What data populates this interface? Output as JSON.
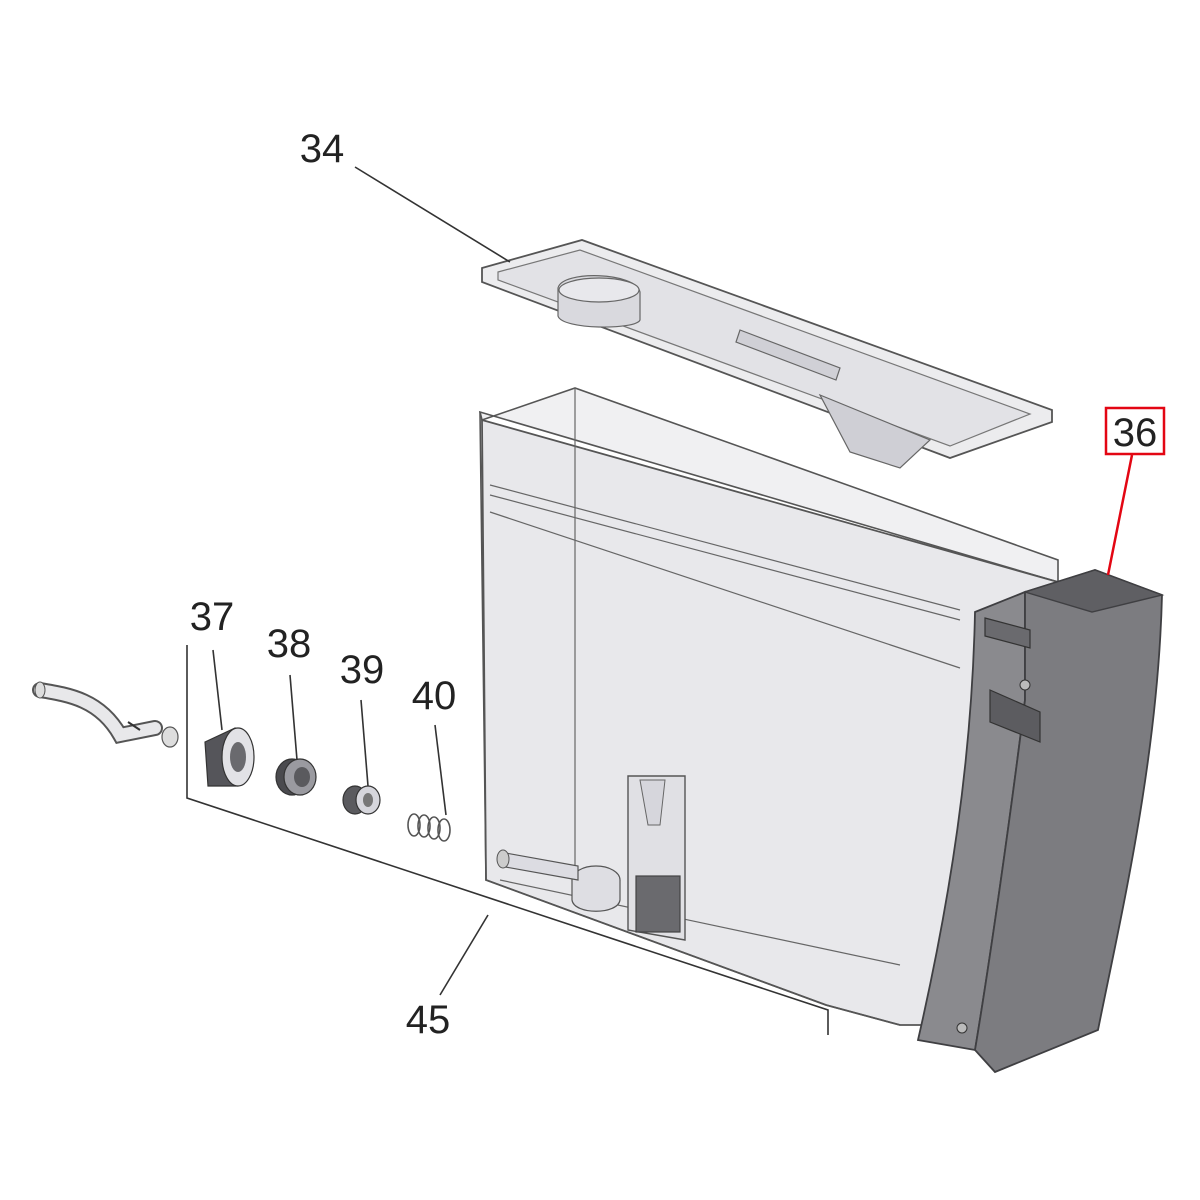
{
  "callouts": [
    {
      "id": "34",
      "label": "34",
      "highlighted": false
    },
    {
      "id": "36",
      "label": "36",
      "highlighted": true
    },
    {
      "id": "37",
      "label": "37",
      "highlighted": false
    },
    {
      "id": "38",
      "label": "38",
      "highlighted": false
    },
    {
      "id": "39",
      "label": "39",
      "highlighted": false
    },
    {
      "id": "40",
      "label": "40",
      "highlighted": false
    },
    {
      "id": "45",
      "label": "45",
      "highlighted": false
    }
  ],
  "colors": {
    "highlight": "#e30613",
    "outline": "#555555",
    "tank_fill": "#e6e6e9",
    "panel_fill": "#7c7c80",
    "part_dark": "#6a6a6e"
  }
}
